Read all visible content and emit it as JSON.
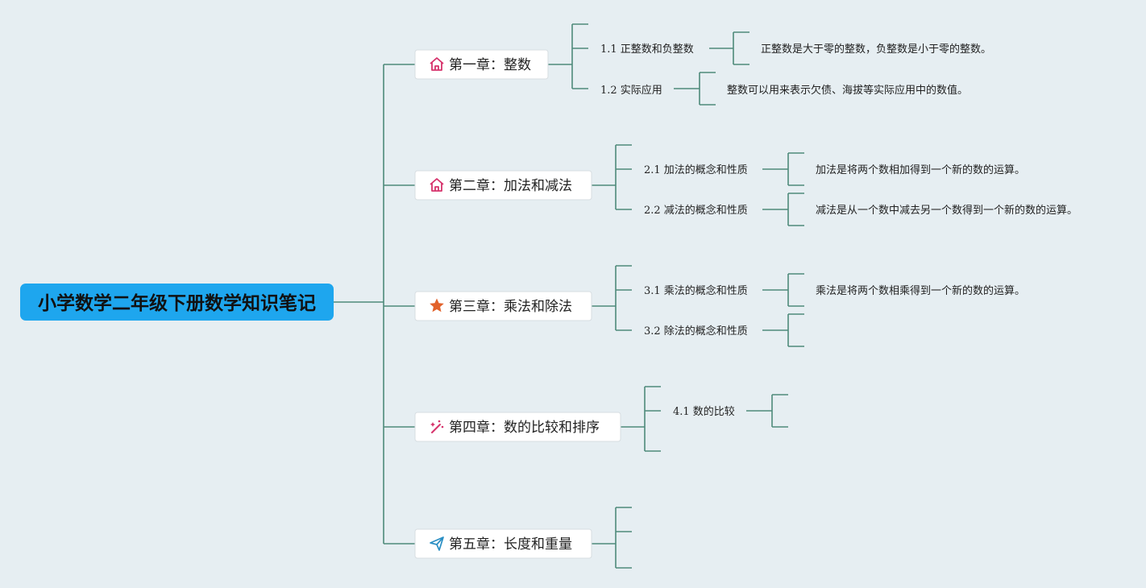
{
  "root": {
    "label": "小学数学二年级下册数学知识笔记",
    "color": "#1ea6ee"
  },
  "line_color": "#4f8a7b",
  "chapters": [
    {
      "label": "第一章：整数",
      "icon": "house-icon",
      "icon_color": "#d6336c",
      "sections": [
        {
          "label": "1.1 正整数和负整数",
          "notes": [
            "正整数是大于零的整数，负整数是小于零的整数。"
          ]
        },
        {
          "label": "1.2 实际应用",
          "notes": [
            "整数可以用来表示欠债、海拔等实际应用中的数值。"
          ]
        }
      ]
    },
    {
      "label": "第二章：加法和减法",
      "icon": "house-icon",
      "icon_color": "#d6336c",
      "sections": [
        {
          "label": "2.1 加法的概念和性质",
          "notes": [
            "加法是将两个数相加得到一个新的数的运算。"
          ]
        },
        {
          "label": "2.2 减法的概念和性质",
          "notes": [
            "减法是从一个数中减去另一个数得到一个新的数的运算。"
          ]
        }
      ]
    },
    {
      "label": "第三章：乘法和除法",
      "icon": "star-icon",
      "icon_color": "#e2622b",
      "sections": [
        {
          "label": "3.1 乘法的概念和性质",
          "notes": [
            "乘法是将两个数相乘得到一个新的数的运算。"
          ]
        },
        {
          "label": "3.2 除法的概念和性质",
          "notes": []
        }
      ]
    },
    {
      "label": "第四章：数的比较和排序",
      "icon": "magic-wand-icon",
      "icon_color": "#d6336c",
      "sections": [
        {
          "label": "4.1 数的比较",
          "notes": []
        }
      ]
    },
    {
      "label": "第五章：长度和重量",
      "icon": "paper-plane-icon",
      "icon_color": "#2a8fc4",
      "sections": []
    }
  ]
}
